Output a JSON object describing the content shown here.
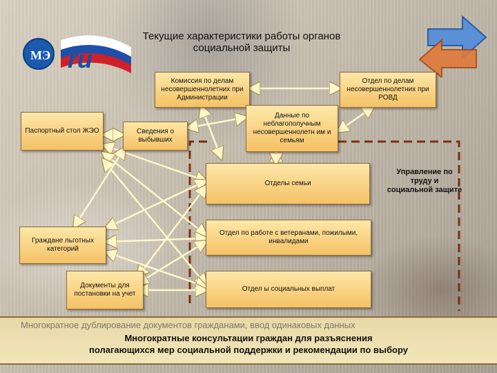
{
  "title": "Текущие характеристики работы органов социальной защиты",
  "logo_text": "ru",
  "boxes": {
    "commission": "Комиссия по делам несовершеннолетних при Администрации",
    "rovd": "Отдел по делам несовершеннолетних при РОВД",
    "passport": "Паспортный стол ЖЭО",
    "departed": "Сведения о выбывших",
    "troubled_families": "Данные по неблагополучным несовершеннолетн им и семьям",
    "family_depts": "Отделы семьи",
    "beneficiaries": "Граждане льготных категорий",
    "veterans": "Отдел по работе с ветеранами, пожилыми, инвалидами",
    "documents": "Документы для постановки на учет",
    "payments": "Отдел ы социальных выплат"
  },
  "side_label": "Управление по труду и социальной защите",
  "bottom": {
    "background_line": "Многократное дублирование документов гражданами, ввод одинаковых данных",
    "line1": "Многократные консультации граждан для разъяснения",
    "line2": "полагающихся мер социальной поддержки и рекомендации по выбору"
  },
  "colors": {
    "box_fill": "#f5c266",
    "arrow": "#fff7c8",
    "dash": "#7a3010",
    "flag_white": "#ffffff",
    "flag_blue": "#1f4fa8",
    "flag_red": "#d0202a"
  }
}
